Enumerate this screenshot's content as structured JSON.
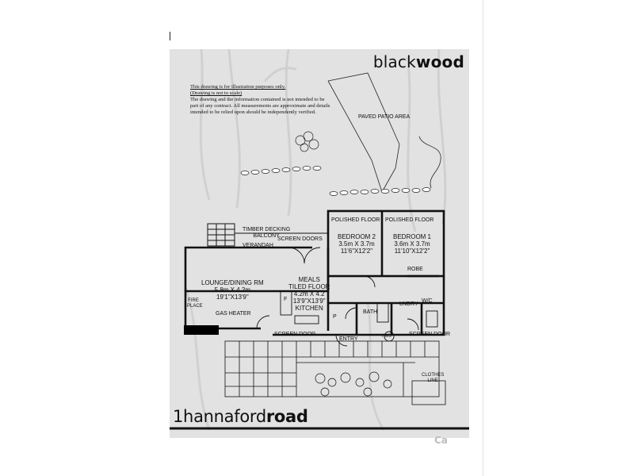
{
  "brand": {
    "top_light": "black",
    "top_bold": "wood",
    "bottom_light": "1hannaford",
    "bottom_bold": "road"
  },
  "disclaimer": {
    "line1": "This drawing is for illustration purposes only.",
    "line2": "(Drawing is not to scale)",
    "body": "The drawing and the information contained is not intended to be part of any contract. All measurements are approximate and details intended to be relied upon should be independently verified."
  },
  "rooms": {
    "paved_patio": "PAVED PATIO AREA",
    "polished_floor_1": "POLISHED FLOOR",
    "polished_floor_2": "POLISHED FLOOR",
    "bedroom2_name": "BEDROOM 2",
    "bedroom2_metric": "3.5m X 3.7m",
    "bedroom2_imperial": "11'6\"X12'2\"",
    "bedroom1_name": "BEDROOM 1",
    "bedroom1_metric": "3.6m X 3.7m",
    "bedroom1_imperial": "11'10\"X12'2\"",
    "timber_decking": "TIMBER DECKING",
    "balcony": "BALCONY",
    "screen_doors": "SCREEN DOORS",
    "verandah": "VERANDAH",
    "robe": "ROBE",
    "lounge_name": "LOUNGE/DINING RM",
    "lounge_metric": "5.8m X 4.2m",
    "lounge_imperial": "19'1\"X13'9\"",
    "meals": "MEALS",
    "tiled_floor": "TILED FLOOR",
    "kitchen_metric": "4.2m X 4.2",
    "kitchen_imperial": "13'9\"X13'9\"",
    "kitchen": "KITCHEN",
    "bath": "BATH",
    "lndry": "LNDRY",
    "wc": "W/C",
    "fire_place": "FIRE PLACE",
    "gas_heater": "GAS HEATER",
    "screen_door_1": "SCREEN DOOR",
    "entry": "ENTRY",
    "screen_door_2": "SCREEN DOOR",
    "hws": "HWS",
    "clothes_line": "CLOTHES LINE",
    "fridge": "F",
    "pantry": "P"
  },
  "watermark": "Ca",
  "colors": {
    "sheet": "#d9d9d9",
    "ink": "#111111",
    "fireplace": "#000000"
  }
}
